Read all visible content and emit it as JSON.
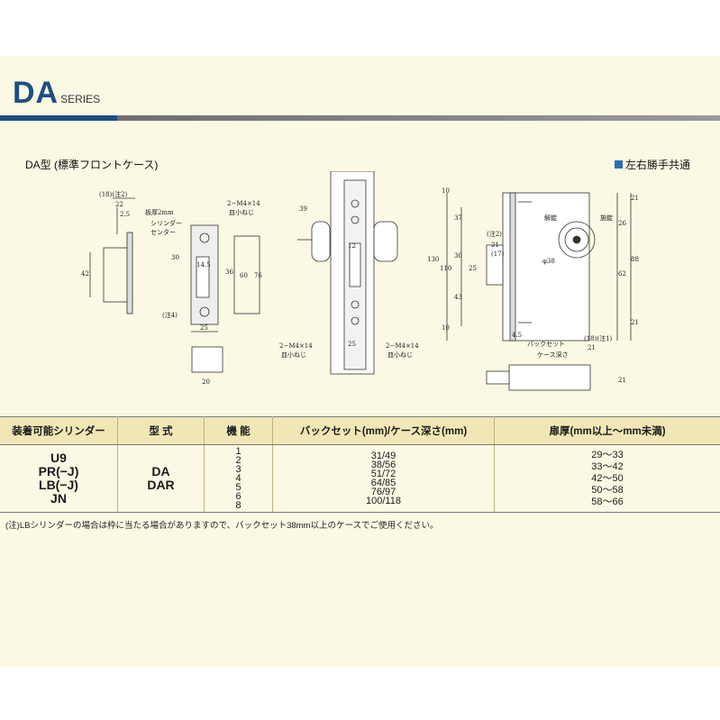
{
  "series": {
    "big": "DA",
    "small": "SERIES"
  },
  "drawing": {
    "title": "DA型 (標準フロントケース)",
    "both_hands_label": "左右勝手共通",
    "left_labels": {
      "dim_18_note2": "(18)(注2)",
      "dim_22": "22",
      "dim_2_5": "2.5",
      "dim_42": "42",
      "plate_thickness": "板厚2mm",
      "cylinder_center_1": "シリンダー",
      "cylinder_center_2": "センター",
      "dim_30": "30",
      "dim_14_5": "14.5",
      "dim_36": "36",
      "dim_60": "60",
      "dim_76": "76",
      "note4": "(注4)",
      "dim_25": "25",
      "dim_20": "20",
      "screw1_a": "2−M4×14",
      "screw1_b": "皿小ねじ",
      "dim_39": "39",
      "dim_12": "12",
      "screw2_a": "2−M4×14",
      "screw2_b": "皿小ねじ",
      "dim_25b": "25",
      "screw3_a": "2−M4×14",
      "screw3_b": "皿小ねじ"
    },
    "right_labels": {
      "dim_10_top": "10",
      "dim_37": "37",
      "dim_30r": "30",
      "dim_110": "110",
      "dim_130": "130",
      "dim_43": "43",
      "dim_10_bot": "10",
      "note2": "(注2)",
      "dim_21a": "21",
      "dim_17": "(17)",
      "dim_25r": "25",
      "unlock": "解錠",
      "lock": "施錠",
      "dim_38": "φ38",
      "dim_21_top": "21",
      "dim_26": "26",
      "dim_88": "88",
      "dim_62": "62",
      "dim_21_bot": "21",
      "dim_4_5": "4.5",
      "dim_18_note1": "(18)(注1)",
      "backset": "バックセット",
      "dim_21_b": "21",
      "case_depth": "ケース深さ",
      "dim_21_side": "21"
    }
  },
  "table": {
    "headers": [
      "装着可能シリンダー",
      "型 式",
      "機 能",
      "バックセット(mm)/ケース深さ(mm)",
      "扉厚(mm以上〜mm未満)"
    ],
    "cylinders": [
      "U9",
      "PR(−J)",
      "LB(−J)",
      "JN"
    ],
    "types": [
      "DA",
      "DAR"
    ],
    "functions": [
      "1",
      "2",
      "3",
      "4",
      "5",
      "6",
      "8"
    ],
    "backsets": [
      "31/49",
      "38/56",
      "51/72",
      "64/85",
      "76/97",
      "100/118"
    ],
    "door_thickness": [
      "29〜33",
      "33〜42",
      "42〜50",
      "50〜58",
      "58〜66"
    ]
  },
  "note": "(注)LBシリンダーの場合は枠に当たる場合がありますので、バックセット38mm以上のケースでご使用ください。",
  "colors": {
    "accent_blue": "#1f4e84",
    "sheet_bg": "#fbf8e4",
    "header_bg": "#f1e7b6"
  }
}
